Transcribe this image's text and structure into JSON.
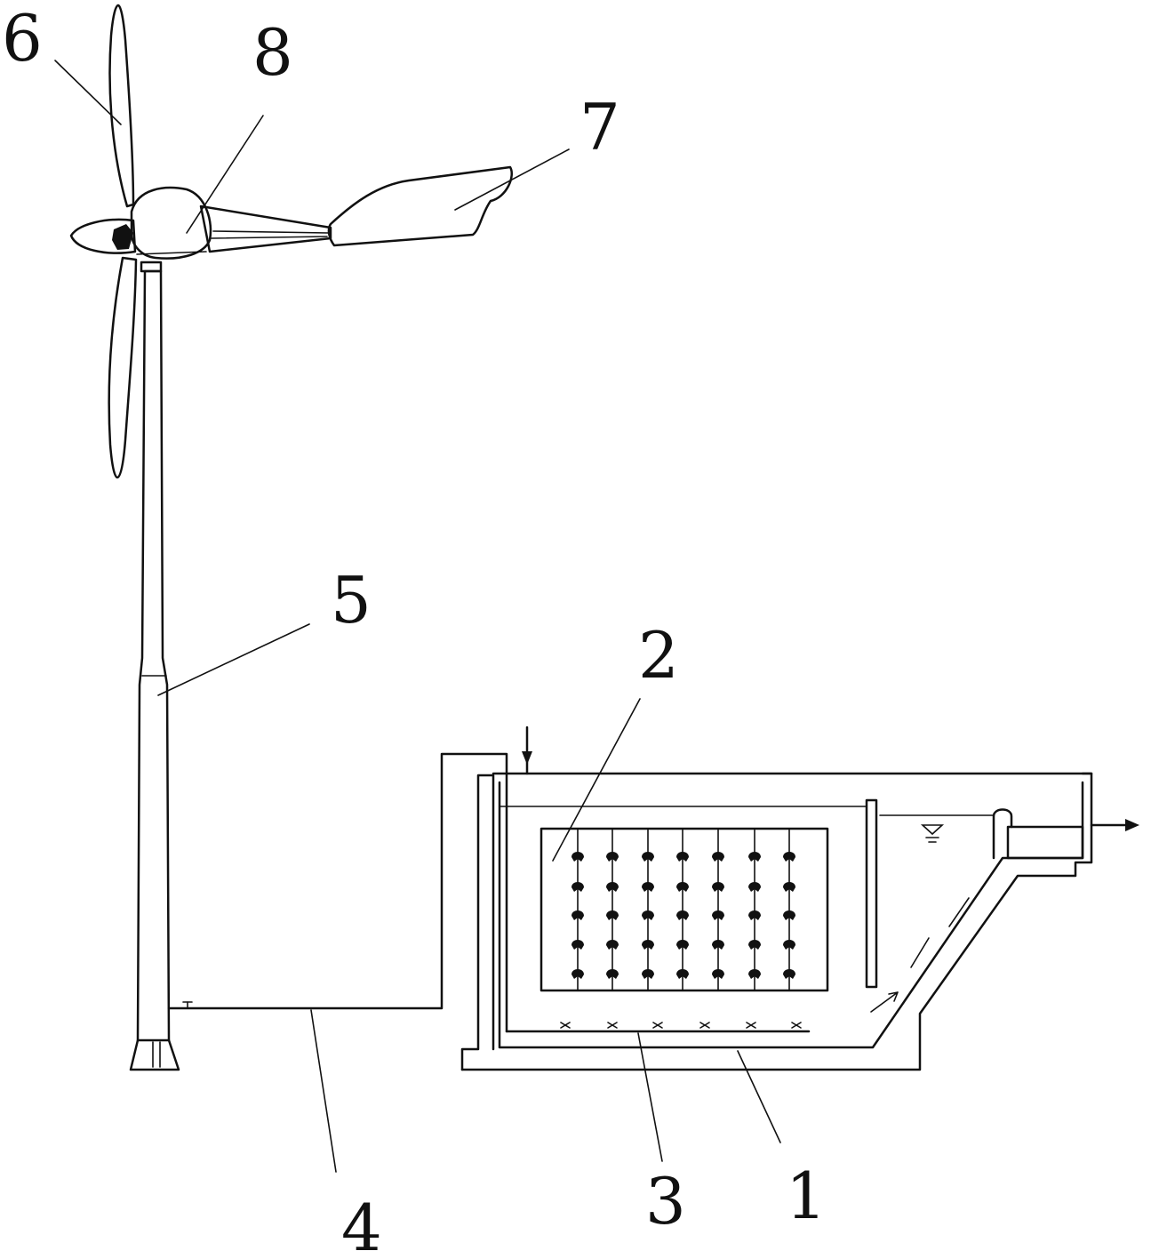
{
  "labels": {
    "tank": "1",
    "filler_frame": "2",
    "aeration_pipe": "3",
    "air_line": "4",
    "tower": "5",
    "blade": "6",
    "tail_vane": "7",
    "nacelle": "8"
  }
}
